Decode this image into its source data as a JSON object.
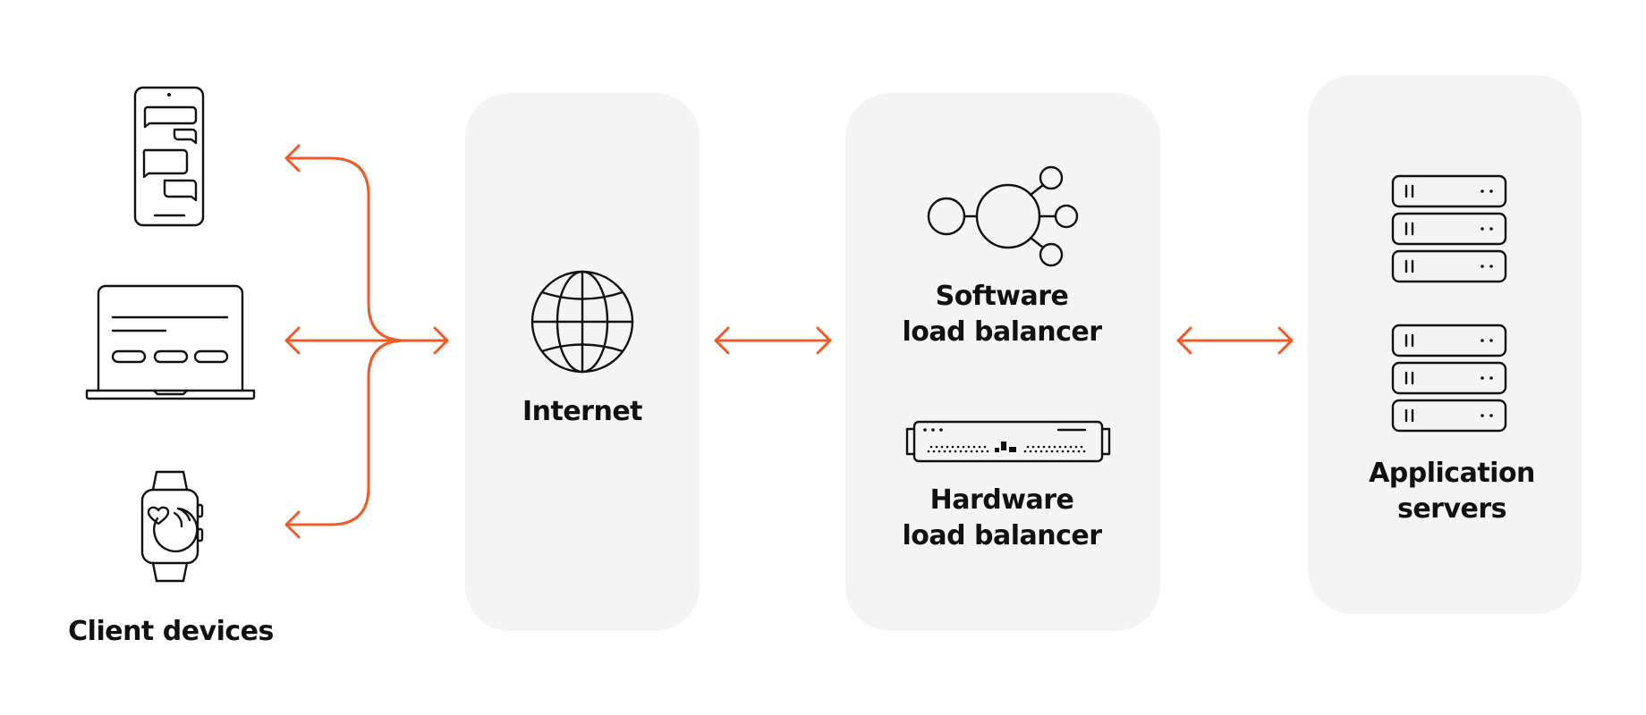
{
  "colors": {
    "accent": "#F15A24",
    "panel": "#F4F4F4",
    "ink": "#111111"
  },
  "nodes": {
    "clients": {
      "label": "Client devices",
      "icons": [
        "smartphone-chat-icon",
        "laptop-icon",
        "smartwatch-icon"
      ]
    },
    "internet": {
      "label": "Internet",
      "icon": "globe-icon"
    },
    "load_balancers": {
      "software": {
        "label_line1": "Software",
        "label_line2": "load balancer",
        "icon": "network-hub-icon"
      },
      "hardware": {
        "label_line1": "Hardware",
        "label_line2": "load balancer",
        "icon": "rack-appliance-icon"
      }
    },
    "app_servers": {
      "label_line1": "Application",
      "label_line2": "servers",
      "icons": [
        "server-stack-icon",
        "server-stack-icon"
      ]
    }
  },
  "connections": [
    {
      "from": "clients",
      "to": "internet",
      "type": "bidirectional"
    },
    {
      "from": "internet",
      "to": "load_balancers",
      "type": "bidirectional"
    },
    {
      "from": "load_balancers",
      "to": "app_servers",
      "type": "bidirectional"
    }
  ]
}
